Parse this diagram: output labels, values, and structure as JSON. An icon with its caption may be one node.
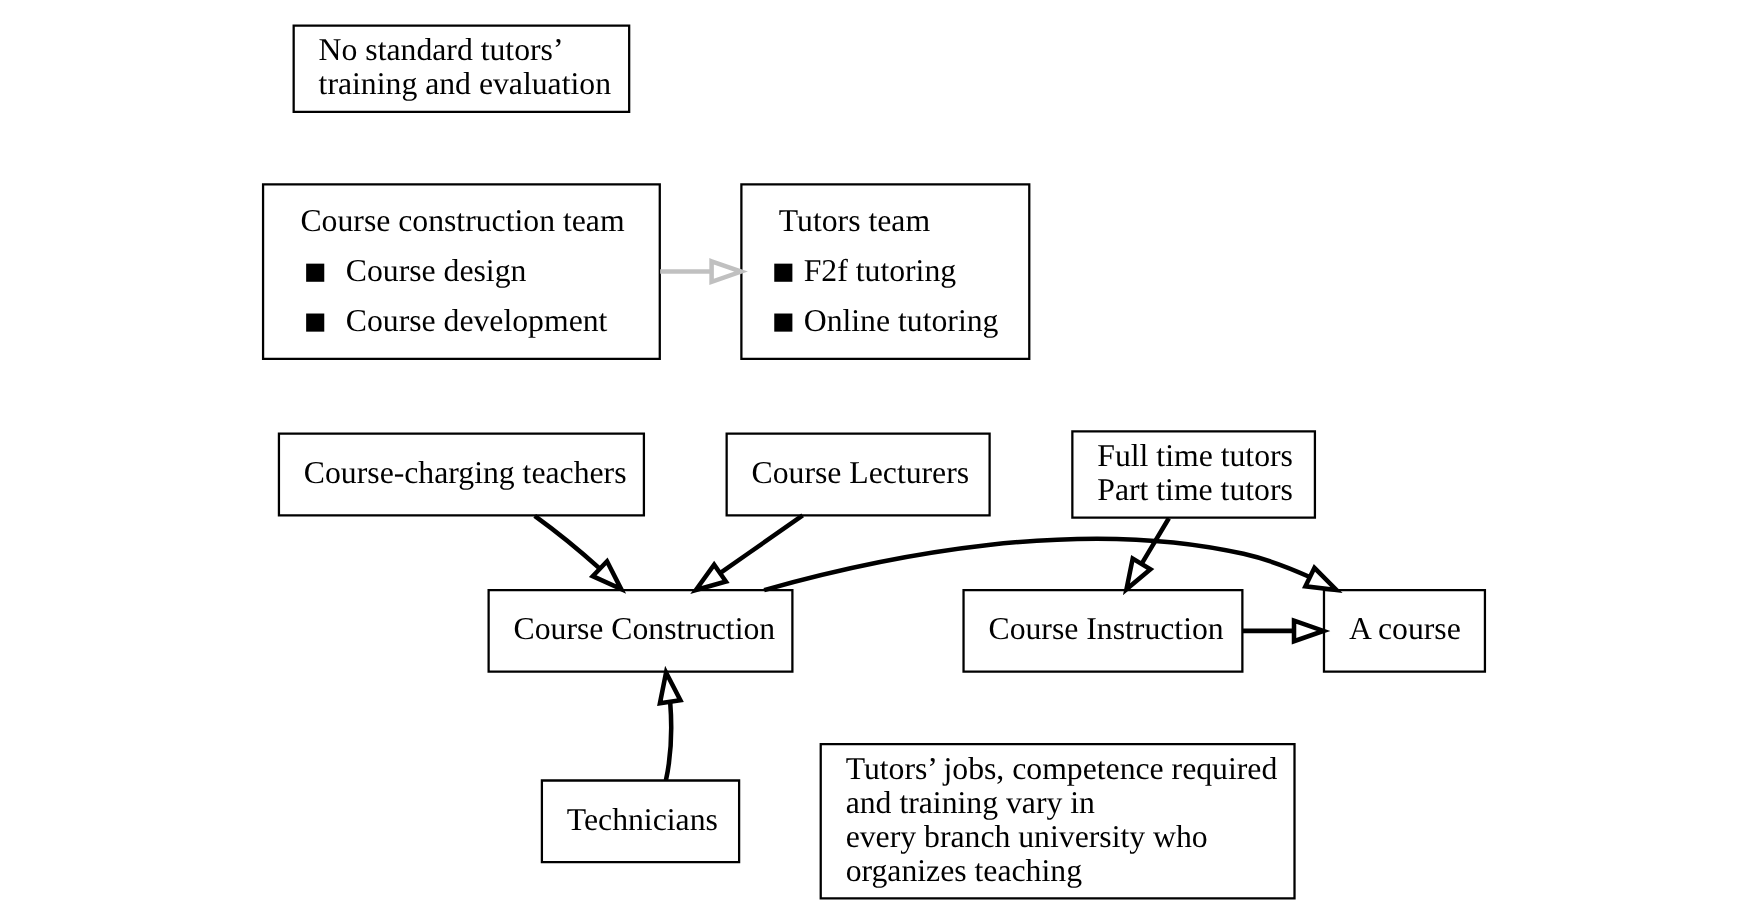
{
  "diagram": {
    "nodes": [
      {
        "text": [
          "No standard tutors’ training and evaluation"
        ]
      },
      {
        "text": [
          "Course construction team",
          "Course design",
          "Course development"
        ]
      },
      {
        "text": [
          "Tutors team",
          "F2f tutoring",
          "Online tutoring"
        ]
      },
      {
        "text": [
          "Course-charging teachers"
        ]
      },
      {
        "text": [
          "Course Lecturers"
        ]
      },
      {
        "text": [
          "Full time tutors",
          "Part time tutors"
        ]
      },
      {
        "text": [
          "Course Construction"
        ]
      },
      {
        "text": [
          "A course"
        ]
      },
      {
        "text": [
          "Course Instruction"
        ]
      },
      {
        "text": [
          "Technicians"
        ]
      },
      {
        "text": [
          "Tutors’ jobs, competence required and training vary in every branch university who organizes teaching"
        ]
      }
    ],
    "edges": [
      {
        "from": 1,
        "to": 2,
        "arrow": "to",
        "color": "#c0c0c0"
      },
      {
        "from": 3,
        "to": 6,
        "arrow": "to"
      },
      {
        "from": 4,
        "to": 6,
        "arrow": "to"
      },
      {
        "from": 9,
        "to": 6,
        "arrow": "to"
      },
      {
        "from": 6,
        "to": 7,
        "arrow": "to"
      },
      {
        "from": 8,
        "to": 7,
        "arrow": "to"
      },
      {
        "from": 5,
        "to": 8,
        "arrow": "to"
      }
    ]
  }
}
